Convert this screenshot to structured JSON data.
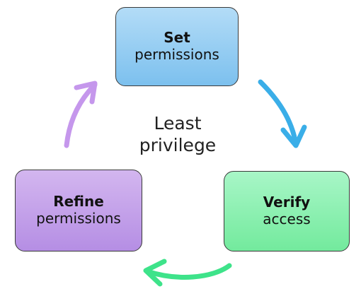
{
  "diagram": {
    "center": {
      "line1": "Least",
      "line2": "privilege"
    },
    "steps": [
      {
        "title": "Set",
        "subtitle": "permissions",
        "color": "#8fcbf2"
      },
      {
        "title": "Verify",
        "subtitle": "access",
        "color": "#8cf0b2"
      },
      {
        "title": "Refine",
        "subtitle": "permissions",
        "color": "#c4a2ea"
      }
    ],
    "arrows": [
      {
        "from": "Set permissions",
        "to": "Verify access",
        "color": "#3aaee8"
      },
      {
        "from": "Verify access",
        "to": "Refine permissions",
        "color": "#3ee38a"
      },
      {
        "from": "Refine permissions",
        "to": "Set permissions",
        "color": "#c597ec"
      }
    ]
  }
}
